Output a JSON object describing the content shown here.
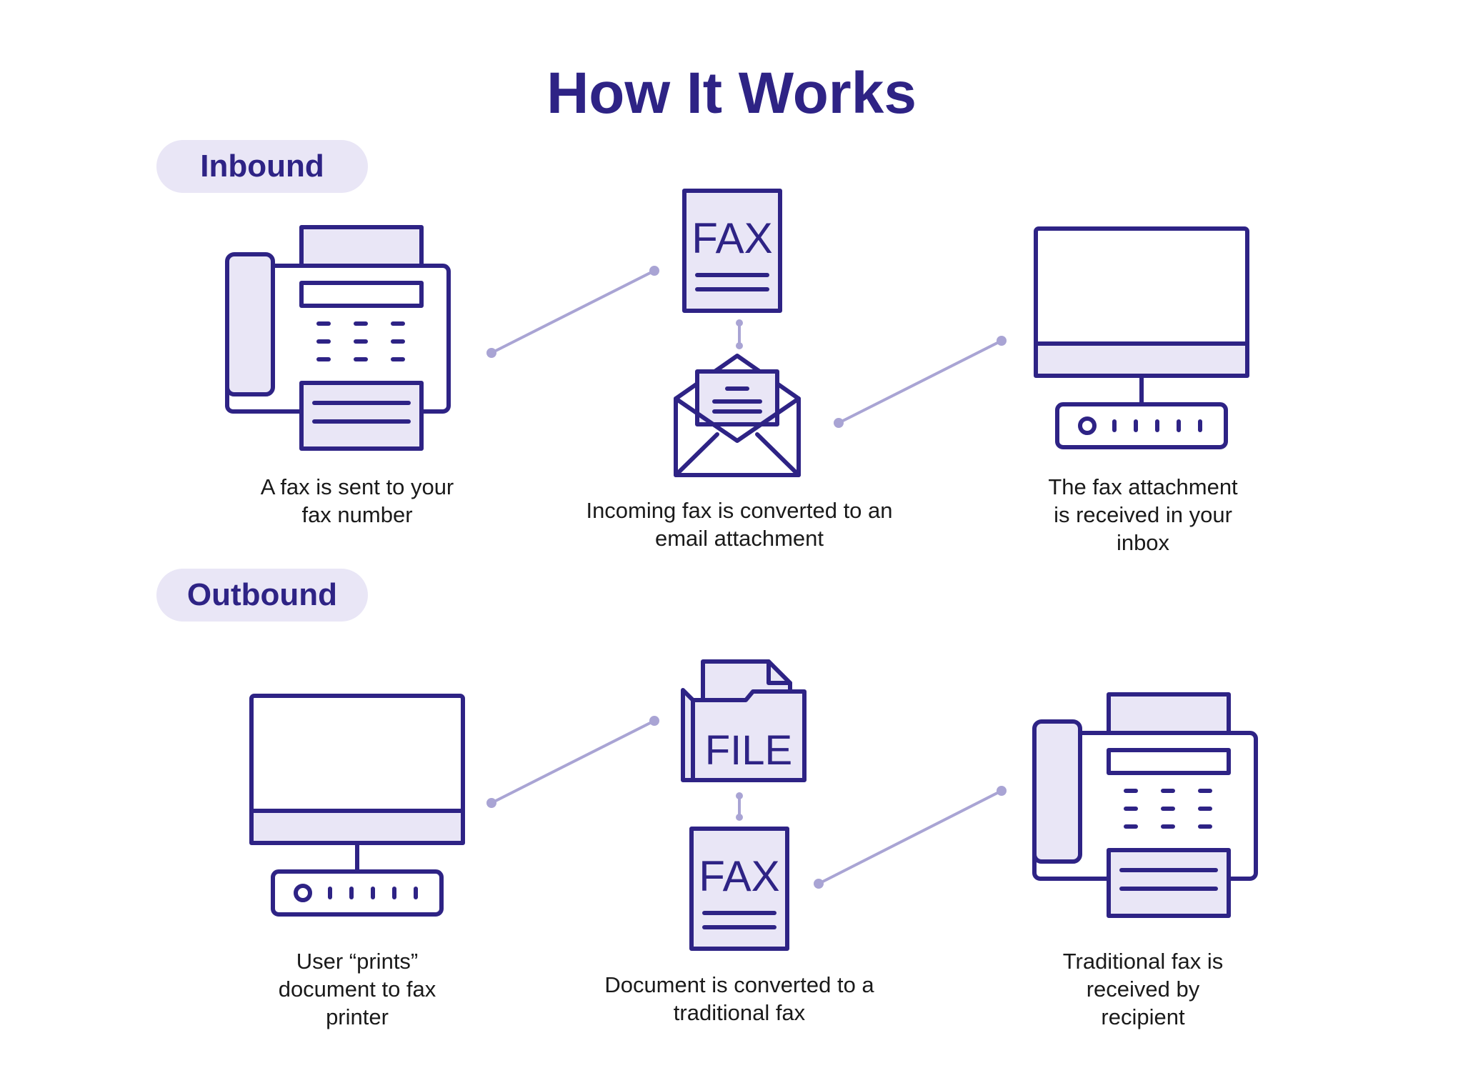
{
  "title": "How It Works",
  "colors": {
    "stroke": "#2e2385",
    "fill": "#e9e6f6",
    "connector": "#a9a4d4"
  },
  "sections": {
    "inbound": {
      "label": "Inbound",
      "steps": [
        {
          "icon": "fax-machine-icon",
          "caption": "A fax is sent to your\nfax number"
        },
        {
          "icon": "fax-document-icon",
          "doc_text": "FAX",
          "caption": "Incoming fax is converted to an\nemail attachment"
        },
        {
          "icon": "computer-icon",
          "caption": "The fax attachment\nis received in your\ninbox"
        }
      ],
      "extra_icon": "envelope-icon"
    },
    "outbound": {
      "label": "Outbound",
      "steps": [
        {
          "icon": "computer-icon",
          "caption": "User “prints”\ndocument to fax\nprinter"
        },
        {
          "icon": "file-folder-icon",
          "doc_text": "FILE",
          "caption": "Document is converted to a\ntraditional fax"
        },
        {
          "icon": "fax-machine-icon",
          "caption": "Traditional fax is\nreceived by\nrecipient"
        }
      ],
      "extra_icon": "fax-document-icon",
      "extra_doc_text": "FAX"
    }
  }
}
